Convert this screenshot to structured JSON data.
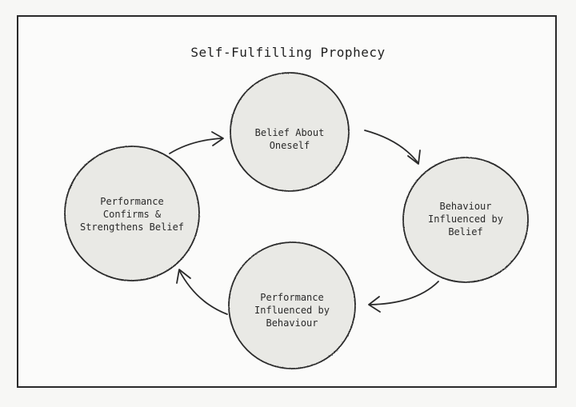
{
  "diagram": {
    "title": "Self-Fulfilling Prophecy",
    "nodes": [
      {
        "id": "belief",
        "label": "Belief About\nOneself"
      },
      {
        "id": "behaviour",
        "label": "Behaviour\nInfluenced by\nBelief"
      },
      {
        "id": "performance",
        "label": "Performance\nInfluenced by\nBehaviour"
      },
      {
        "id": "confirms",
        "label": "Performance\nConfirms &\nStrengthens Belief"
      }
    ],
    "edges": [
      {
        "from": "belief",
        "to": "behaviour"
      },
      {
        "from": "behaviour",
        "to": "performance"
      },
      {
        "from": "performance",
        "to": "confirms"
      },
      {
        "from": "confirms",
        "to": "belief"
      }
    ],
    "colors": {
      "node_fill": "#e9e9e5",
      "stroke": "#2a2a2a"
    }
  }
}
